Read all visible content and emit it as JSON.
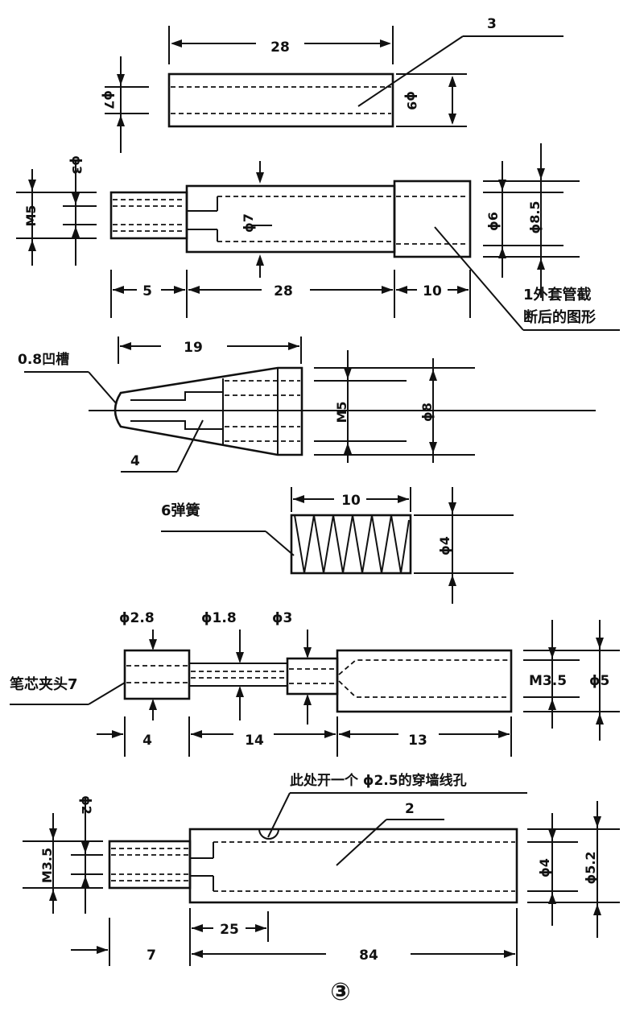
{
  "labels": {
    "part3_len": "28",
    "part3_id": "ϕ7",
    "part3_od": "ϕ9",
    "part3_no": "3",
    "part1_thread": "M5",
    "part1_bore3": "ϕ3",
    "part1_bore7": "ϕ7",
    "part1_bore6": "ϕ6",
    "part1_od": "ϕ8.5",
    "part1_len5": "5",
    "part1_len28": "28",
    "part1_len10": "10",
    "part1_note_l1": "1外套管截",
    "part1_note_l2": "断后的图形",
    "part4_len": "19",
    "part4_groove": "0.8凹槽",
    "part4_thread": "M5",
    "part4_od": "ϕ8",
    "part4_no": "4",
    "part6_len": "10",
    "part6_name": "6弹簧",
    "part6_dia": "ϕ4",
    "part7_d28": "ϕ2.8",
    "part7_d18": "ϕ1.8",
    "part7_d3": "ϕ3",
    "part7_name": "笔芯夹头7",
    "part7_thread": "M3.5",
    "part7_od": "ϕ5",
    "part7_len4": "4",
    "part7_len14": "14",
    "part7_len13": "13",
    "part2_hole_note": "此处开一个 ϕ2.5的穿墙线孔",
    "part2_no": "2",
    "part2_bore2": "ϕ2",
    "part2_thread": "M3.5",
    "part2_bore4": "ϕ4",
    "part2_od": "ϕ5.2",
    "part2_len25": "25",
    "part2_len7": "7",
    "part2_len84": "84",
    "figure_no": "③"
  }
}
